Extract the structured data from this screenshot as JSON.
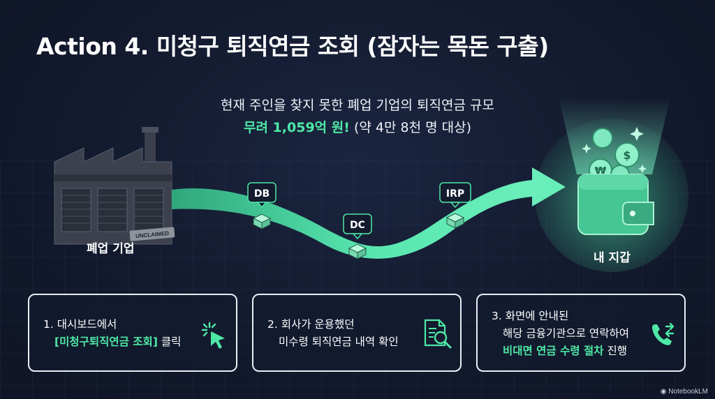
{
  "title": "Action 4. 미청구 퇴직연금 조회 (잠자는 목돈 구출)",
  "subtitle": {
    "line1": "현재 주인을 찾지 못한 폐업 기업의 퇴직연금 규모",
    "highlight": "무려 1,059억 원!",
    "rest": " (약 4만 8천 명 대상)"
  },
  "scene": {
    "factory_label": "폐업 기업",
    "factory_tag": "UNCLAIMED",
    "wallet_label": "내 지갑",
    "steps": [
      "DB",
      "DC",
      "IRP"
    ],
    "coin_symbols": [
      "$",
      "₩"
    ]
  },
  "cards": [
    {
      "line1": "1. 대시보드에서",
      "line2_highlight": "[미청구퇴직연금 조회]",
      "line2_rest": " 클릭",
      "icon": "cursor-click-icon"
    },
    {
      "line1": "2. 회사가 운용했던",
      "line2": "미수령 퇴직연금 내역 확인",
      "icon": "document-search-icon"
    },
    {
      "line1": "3. 화면에 안내된",
      "line2": "해당 금융기관으로 연락하여",
      "line3_highlight": "비대면 연금 수령 절차",
      "line3_rest": " 진행",
      "icon": "phone-forward-icon"
    }
  ],
  "footer": "NotebookLM",
  "colors": {
    "accent": "#4ee8a6",
    "background": "#131a2e",
    "card_border": "#e9eef5"
  }
}
